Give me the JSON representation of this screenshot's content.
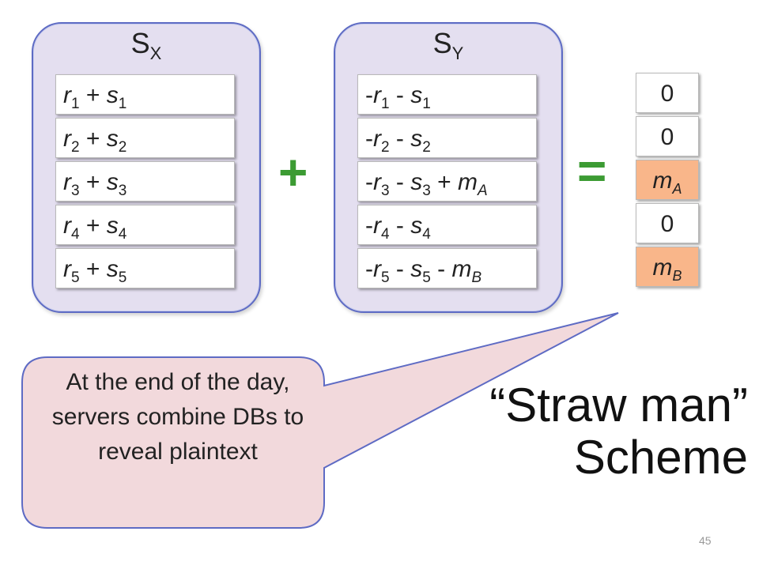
{
  "server_x": {
    "title": "S",
    "title_sub": "X",
    "rows": [
      {
        "a": "r",
        "a_sub": "1",
        "op": " + ",
        "b": "s",
        "b_sub": "1"
      },
      {
        "a": "r",
        "a_sub": "2",
        "op": " + ",
        "b": "s",
        "b_sub": "2"
      },
      {
        "a": "r",
        "a_sub": "3",
        "op": " + ",
        "b": "s",
        "b_sub": "3"
      },
      {
        "a": "r",
        "a_sub": "4",
        "op": " + ",
        "b": "s",
        "b_sub": "4"
      },
      {
        "a": "r",
        "a_sub": "5",
        "op": " + ",
        "b": "s",
        "b_sub": "5"
      }
    ]
  },
  "server_y": {
    "title": "S",
    "title_sub": "Y",
    "rows": [
      {
        "neg": "-",
        "a": "r",
        "a_sub": "1",
        "op": " - ",
        "b": "s",
        "b_sub": "1",
        "op2": "",
        "c": "",
        "c_sub": ""
      },
      {
        "neg": "-",
        "a": "r",
        "a_sub": "2",
        "op": " - ",
        "b": "s",
        "b_sub": "2",
        "op2": "",
        "c": "",
        "c_sub": ""
      },
      {
        "neg": "-",
        "a": "r",
        "a_sub": "3",
        "op": " - ",
        "b": "s",
        "b_sub": "3",
        "op2": " + ",
        "c": "m",
        "c_sub": "A"
      },
      {
        "neg": "-",
        "a": "r",
        "a_sub": "4",
        "op": " - ",
        "b": "s",
        "b_sub": "4",
        "op2": "",
        "c": "",
        "c_sub": ""
      },
      {
        "neg": "-",
        "a": "r",
        "a_sub": "5",
        "op": " - ",
        "b": "s",
        "b_sub": "5",
        "op2": " - ",
        "c": "m",
        "c_sub": "B"
      }
    ]
  },
  "operators": {
    "plus": "+",
    "equals": "="
  },
  "result": {
    "cells": [
      {
        "text": "0",
        "sym": "",
        "sub": ""
      },
      {
        "text": "0",
        "sym": "",
        "sub": ""
      },
      {
        "text": "",
        "sym": "m",
        "sub": "A"
      },
      {
        "text": "0",
        "sym": "",
        "sub": ""
      },
      {
        "text": "",
        "sym": "m",
        "sub": "B"
      }
    ]
  },
  "callout": {
    "text": "At the end of the day, servers combine DBs to reveal plaintext"
  },
  "title": {
    "line1": "“Straw man”",
    "line2": "Scheme"
  },
  "page_number": "45",
  "colors": {
    "server_fill": "#e4dff0",
    "server_border": "#5e6bc4",
    "operator": "#3c9b33",
    "highlight": "#f9b68a",
    "callout_fill": "#f2d9dc"
  }
}
